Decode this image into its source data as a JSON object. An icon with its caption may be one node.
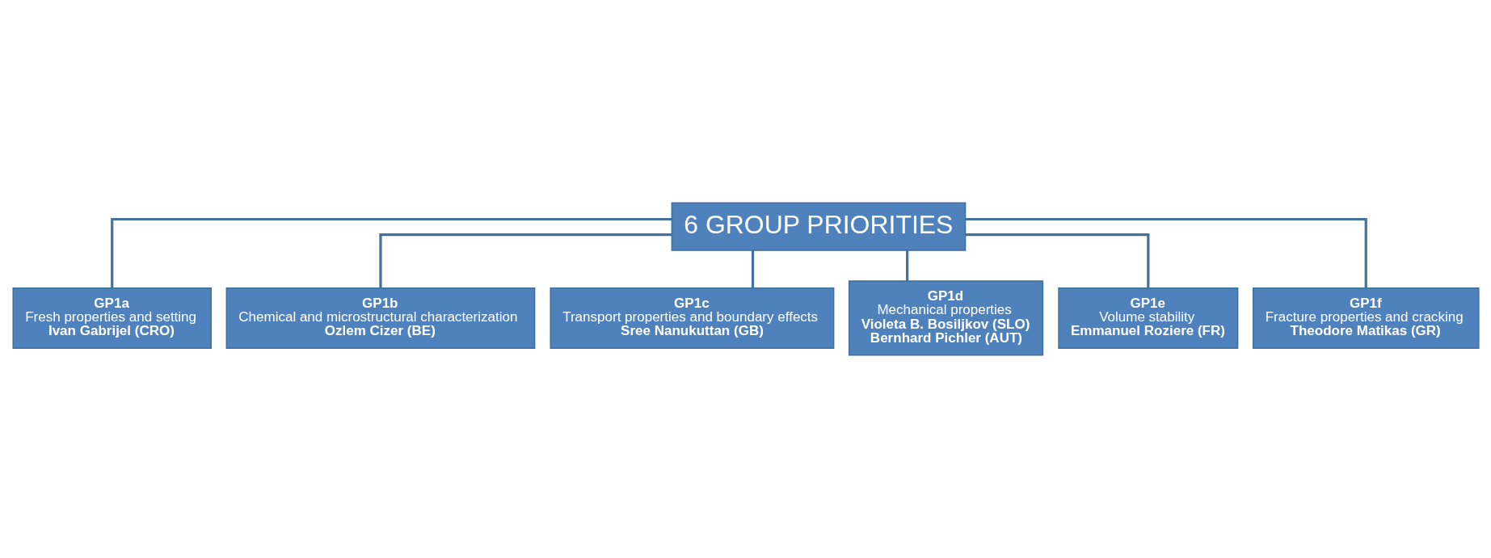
{
  "diagram": {
    "nodes": [
      {
        "text": [
          "6 GROUP PRIORITIES"
        ]
      },
      {
        "text": [
          "GP1a",
          "Fresh properties and setting",
          "Ivan Gabrijel (CRO)"
        ]
      },
      {
        "text": [
          "GP1b",
          "Chemical and microstructural characterization",
          "Ozlem Cizer (BE)"
        ]
      },
      {
        "text": [
          "GP1c",
          "Transport properties and boundary effects",
          "Sree Nanukuttan (GB)"
        ]
      },
      {
        "text": [
          "GP1d",
          "Mechanical properties",
          "Violeta B. Bosiljkov (SLO)",
          "Bernhard Pichler (AUT)"
        ]
      },
      {
        "text": [
          "GP1e",
          "Volume stability",
          "Emmanuel Roziere (FR)"
        ]
      },
      {
        "text": [
          "GP1f",
          "Fracture properties and cracking",
          "Theodore Matikas (GR)"
        ]
      }
    ],
    "edges": [
      {
        "from": 0,
        "to": 1,
        "arrow": "none"
      },
      {
        "from": 0,
        "to": 2,
        "arrow": "none"
      },
      {
        "from": 0,
        "to": 3,
        "arrow": "none"
      },
      {
        "from": 0,
        "to": 4,
        "arrow": "none"
      },
      {
        "from": 0,
        "to": 5,
        "arrow": "none"
      },
      {
        "from": 0,
        "to": 6,
        "arrow": "none"
      }
    ]
  }
}
